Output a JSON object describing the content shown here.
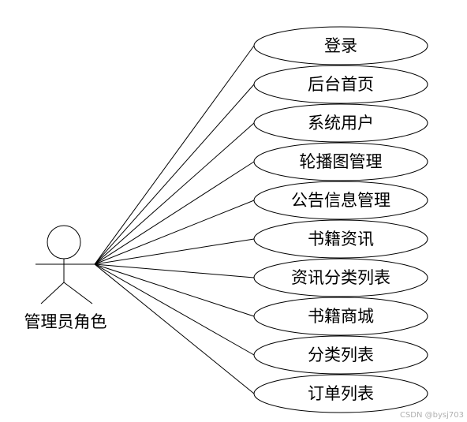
{
  "actor": {
    "label": "管理员角色"
  },
  "use_cases": [
    {
      "label": "登录"
    },
    {
      "label": "后台首页"
    },
    {
      "label": "系统用户"
    },
    {
      "label": "轮播图管理"
    },
    {
      "label": "公告信息管理"
    },
    {
      "label": "书籍资讯"
    },
    {
      "label": "资讯分类列表"
    },
    {
      "label": "书籍商城"
    },
    {
      "label": "分类列表"
    },
    {
      "label": "订单列表"
    }
  ],
  "watermark": "CSDN @bysj703",
  "colors": {
    "stroke": "#000000",
    "background": "#ffffff",
    "watermark": "#b0b0b0"
  }
}
